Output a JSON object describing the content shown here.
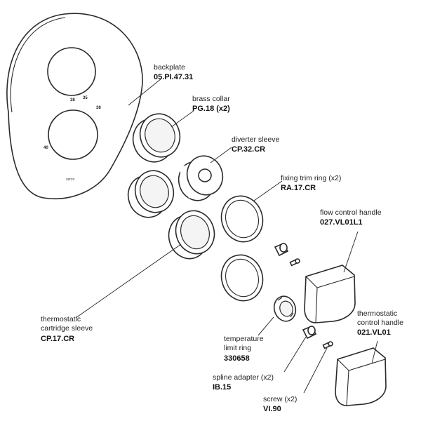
{
  "plate": {
    "brand": "zerzo",
    "marks": [
      "38",
      "35",
      "38",
      "40"
    ]
  },
  "parts": {
    "backplate": {
      "name": "backplate",
      "code": "05.PI.47.31"
    },
    "brass_collar": {
      "name": "brass collar",
      "code": "PG.18 (x2)"
    },
    "diverter_sleeve": {
      "name": "diverter sleeve",
      "code": "CP.32.CR"
    },
    "fixing_trim_ring": {
      "name": "fixing trim ring (x2)",
      "code": "RA.17.CR"
    },
    "flow_control_handle": {
      "name": "flow control handle",
      "code": "027.VL01L1"
    },
    "thermostatic_control_handle": {
      "name_1": "thermostatic",
      "name_2": "control handle",
      "code": "021.VL01"
    },
    "thermostatic_cartridge_sleeve": {
      "name_1": "thermostatic",
      "name_2": "cartridge sleeve",
      "code": "CP.17.CR"
    },
    "temperature_limit_ring": {
      "name_1": "temperature",
      "name_2": "limit ring",
      "code": "330658"
    },
    "spline_adapter": {
      "name": "spline adapter (x2)",
      "code": "IB.15"
    },
    "screw": {
      "name": "screw (x2)",
      "code": "VI.90"
    }
  }
}
